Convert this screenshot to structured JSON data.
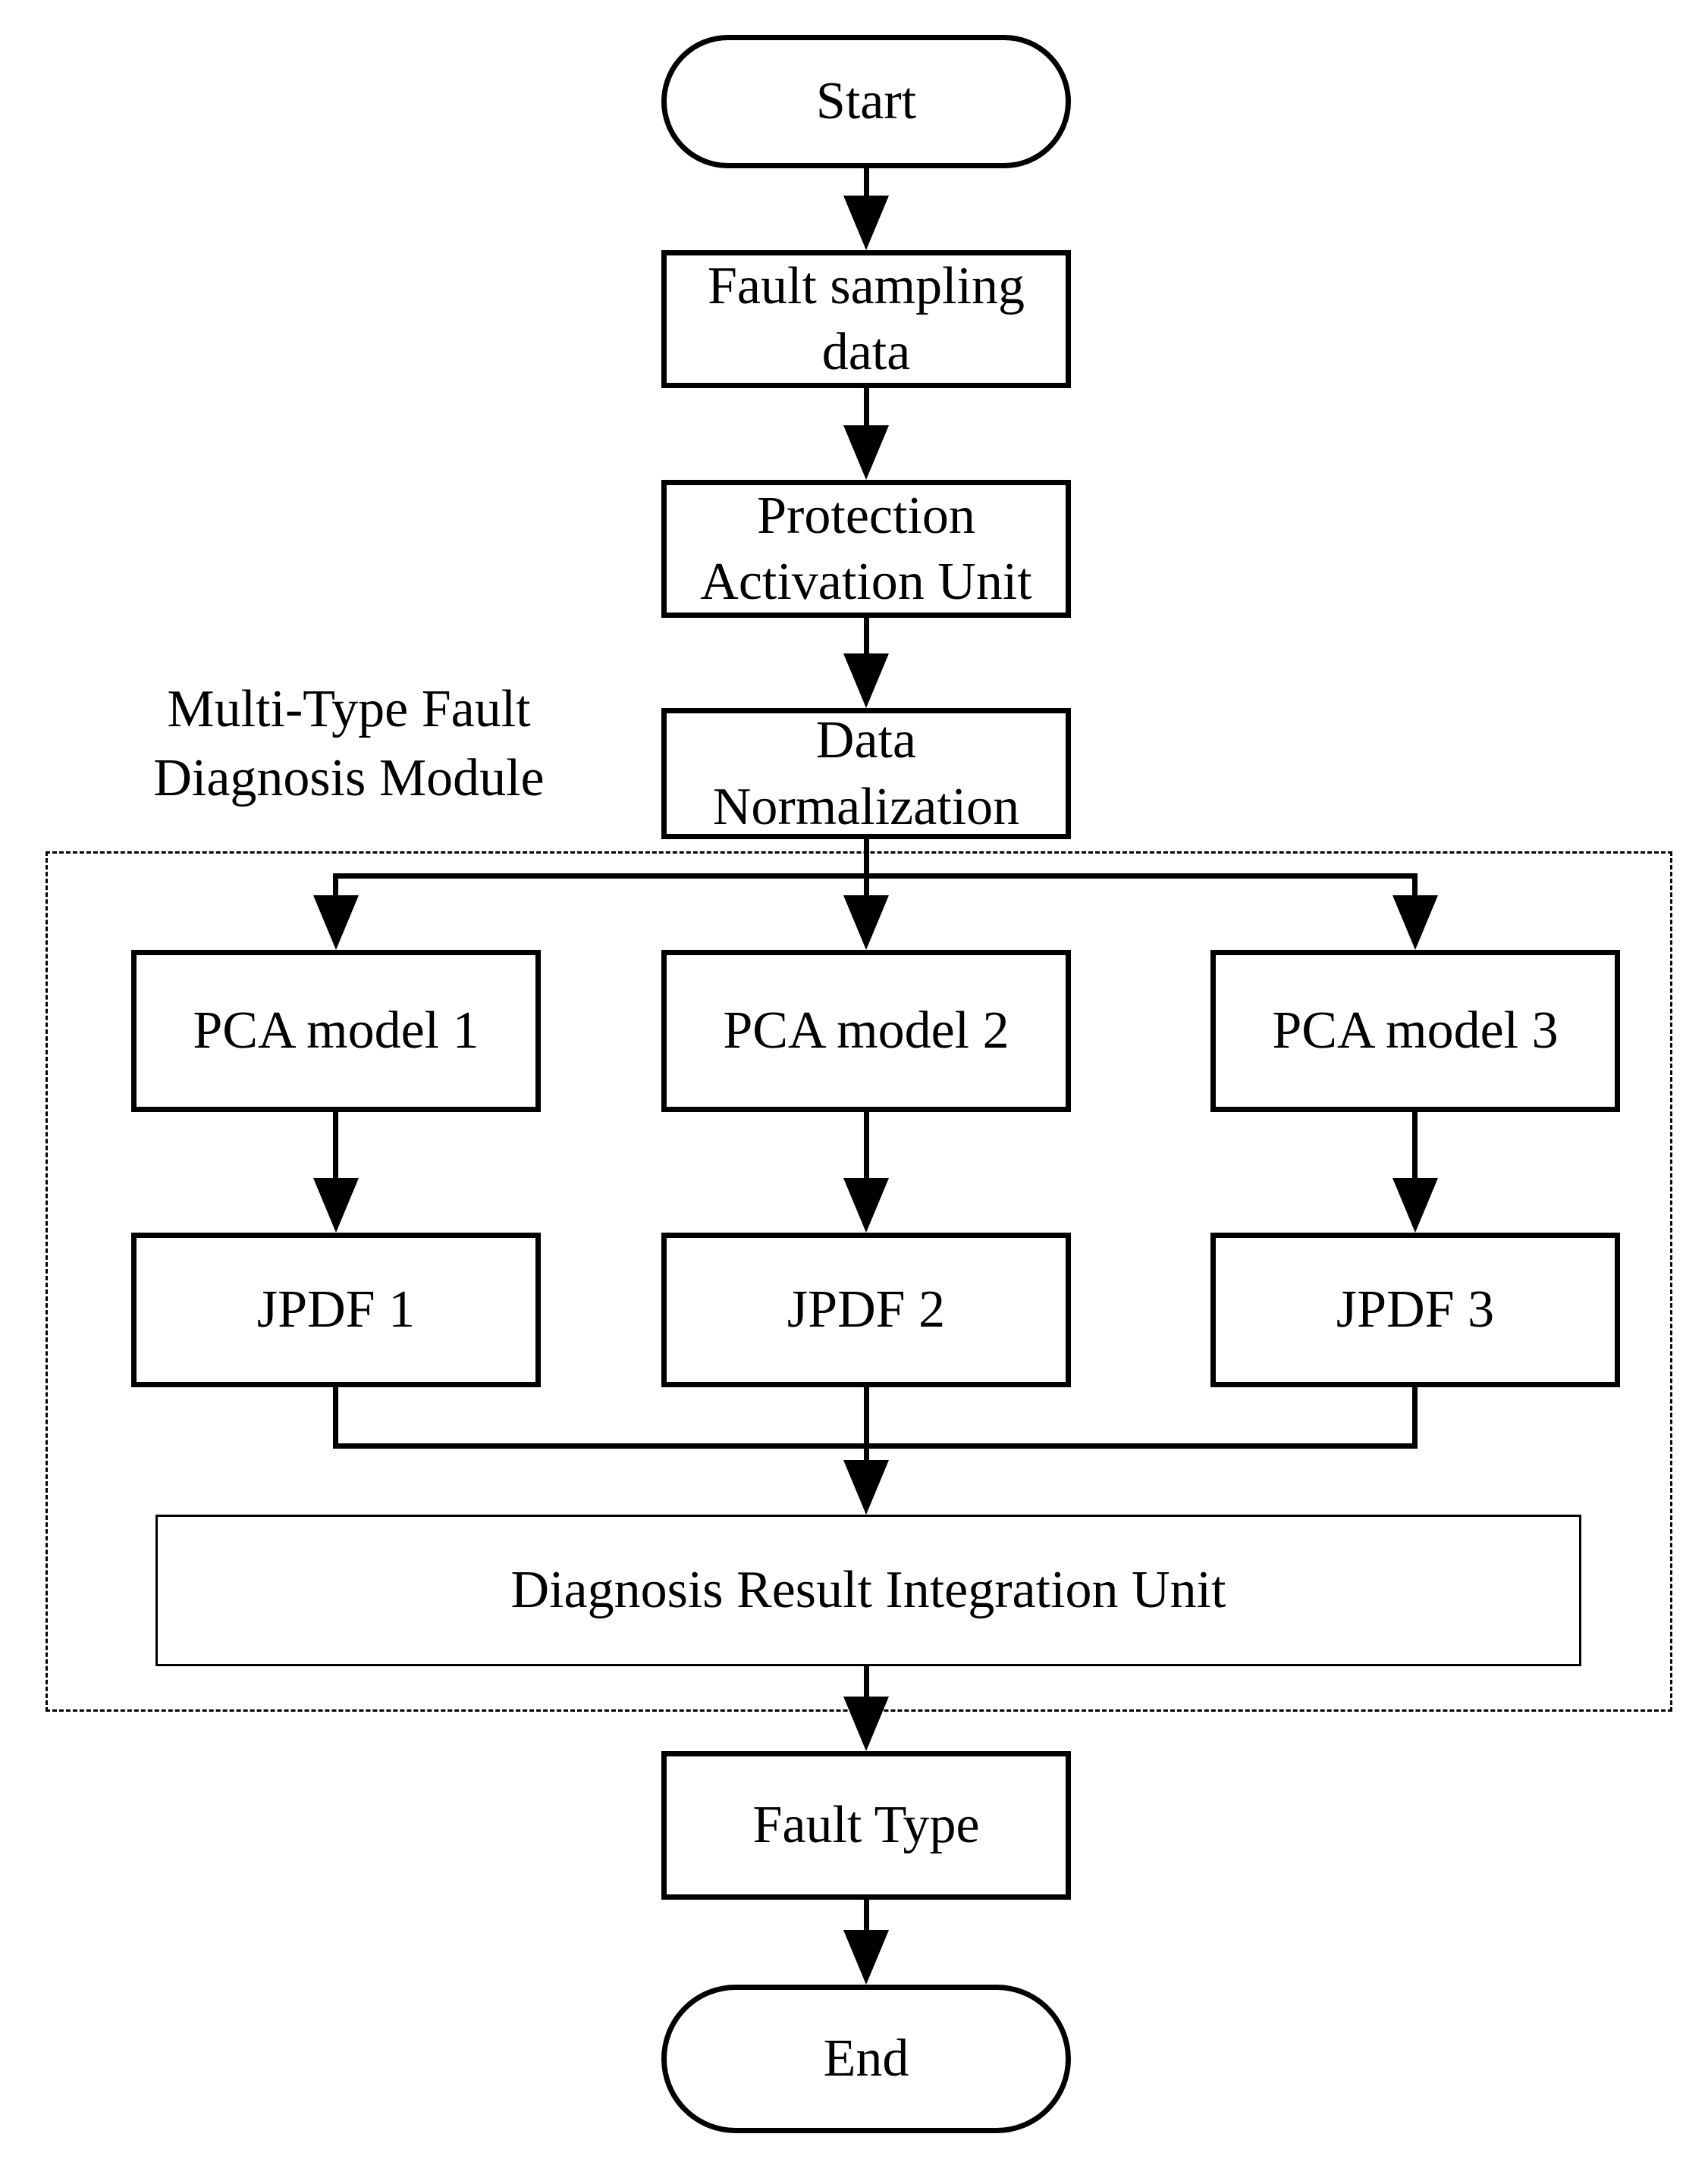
{
  "diagram": {
    "type": "flowchart",
    "module_label": "Multi-Type Fault Diagnosis Module",
    "nodes": {
      "start": "Start",
      "fault_sampling_data": "Fault sampling data",
      "protection_activation_unit": "Protection Activation Unit",
      "data_normalization": "Data Normalization",
      "pca_model_1": "PCA model 1",
      "pca_model_2": "PCA model 2",
      "pca_model_3": "PCA model 3",
      "jpdf_1": "JPDF 1",
      "jpdf_2": "JPDF 2",
      "jpdf_3": "JPDF 3",
      "diagnosis_result_integration_unit": "Diagnosis Result Integration Unit",
      "fault_type": "Fault Type",
      "end": "End"
    },
    "colors": {
      "line": "#000000",
      "text": "#000000",
      "background": "#ffffff"
    }
  }
}
